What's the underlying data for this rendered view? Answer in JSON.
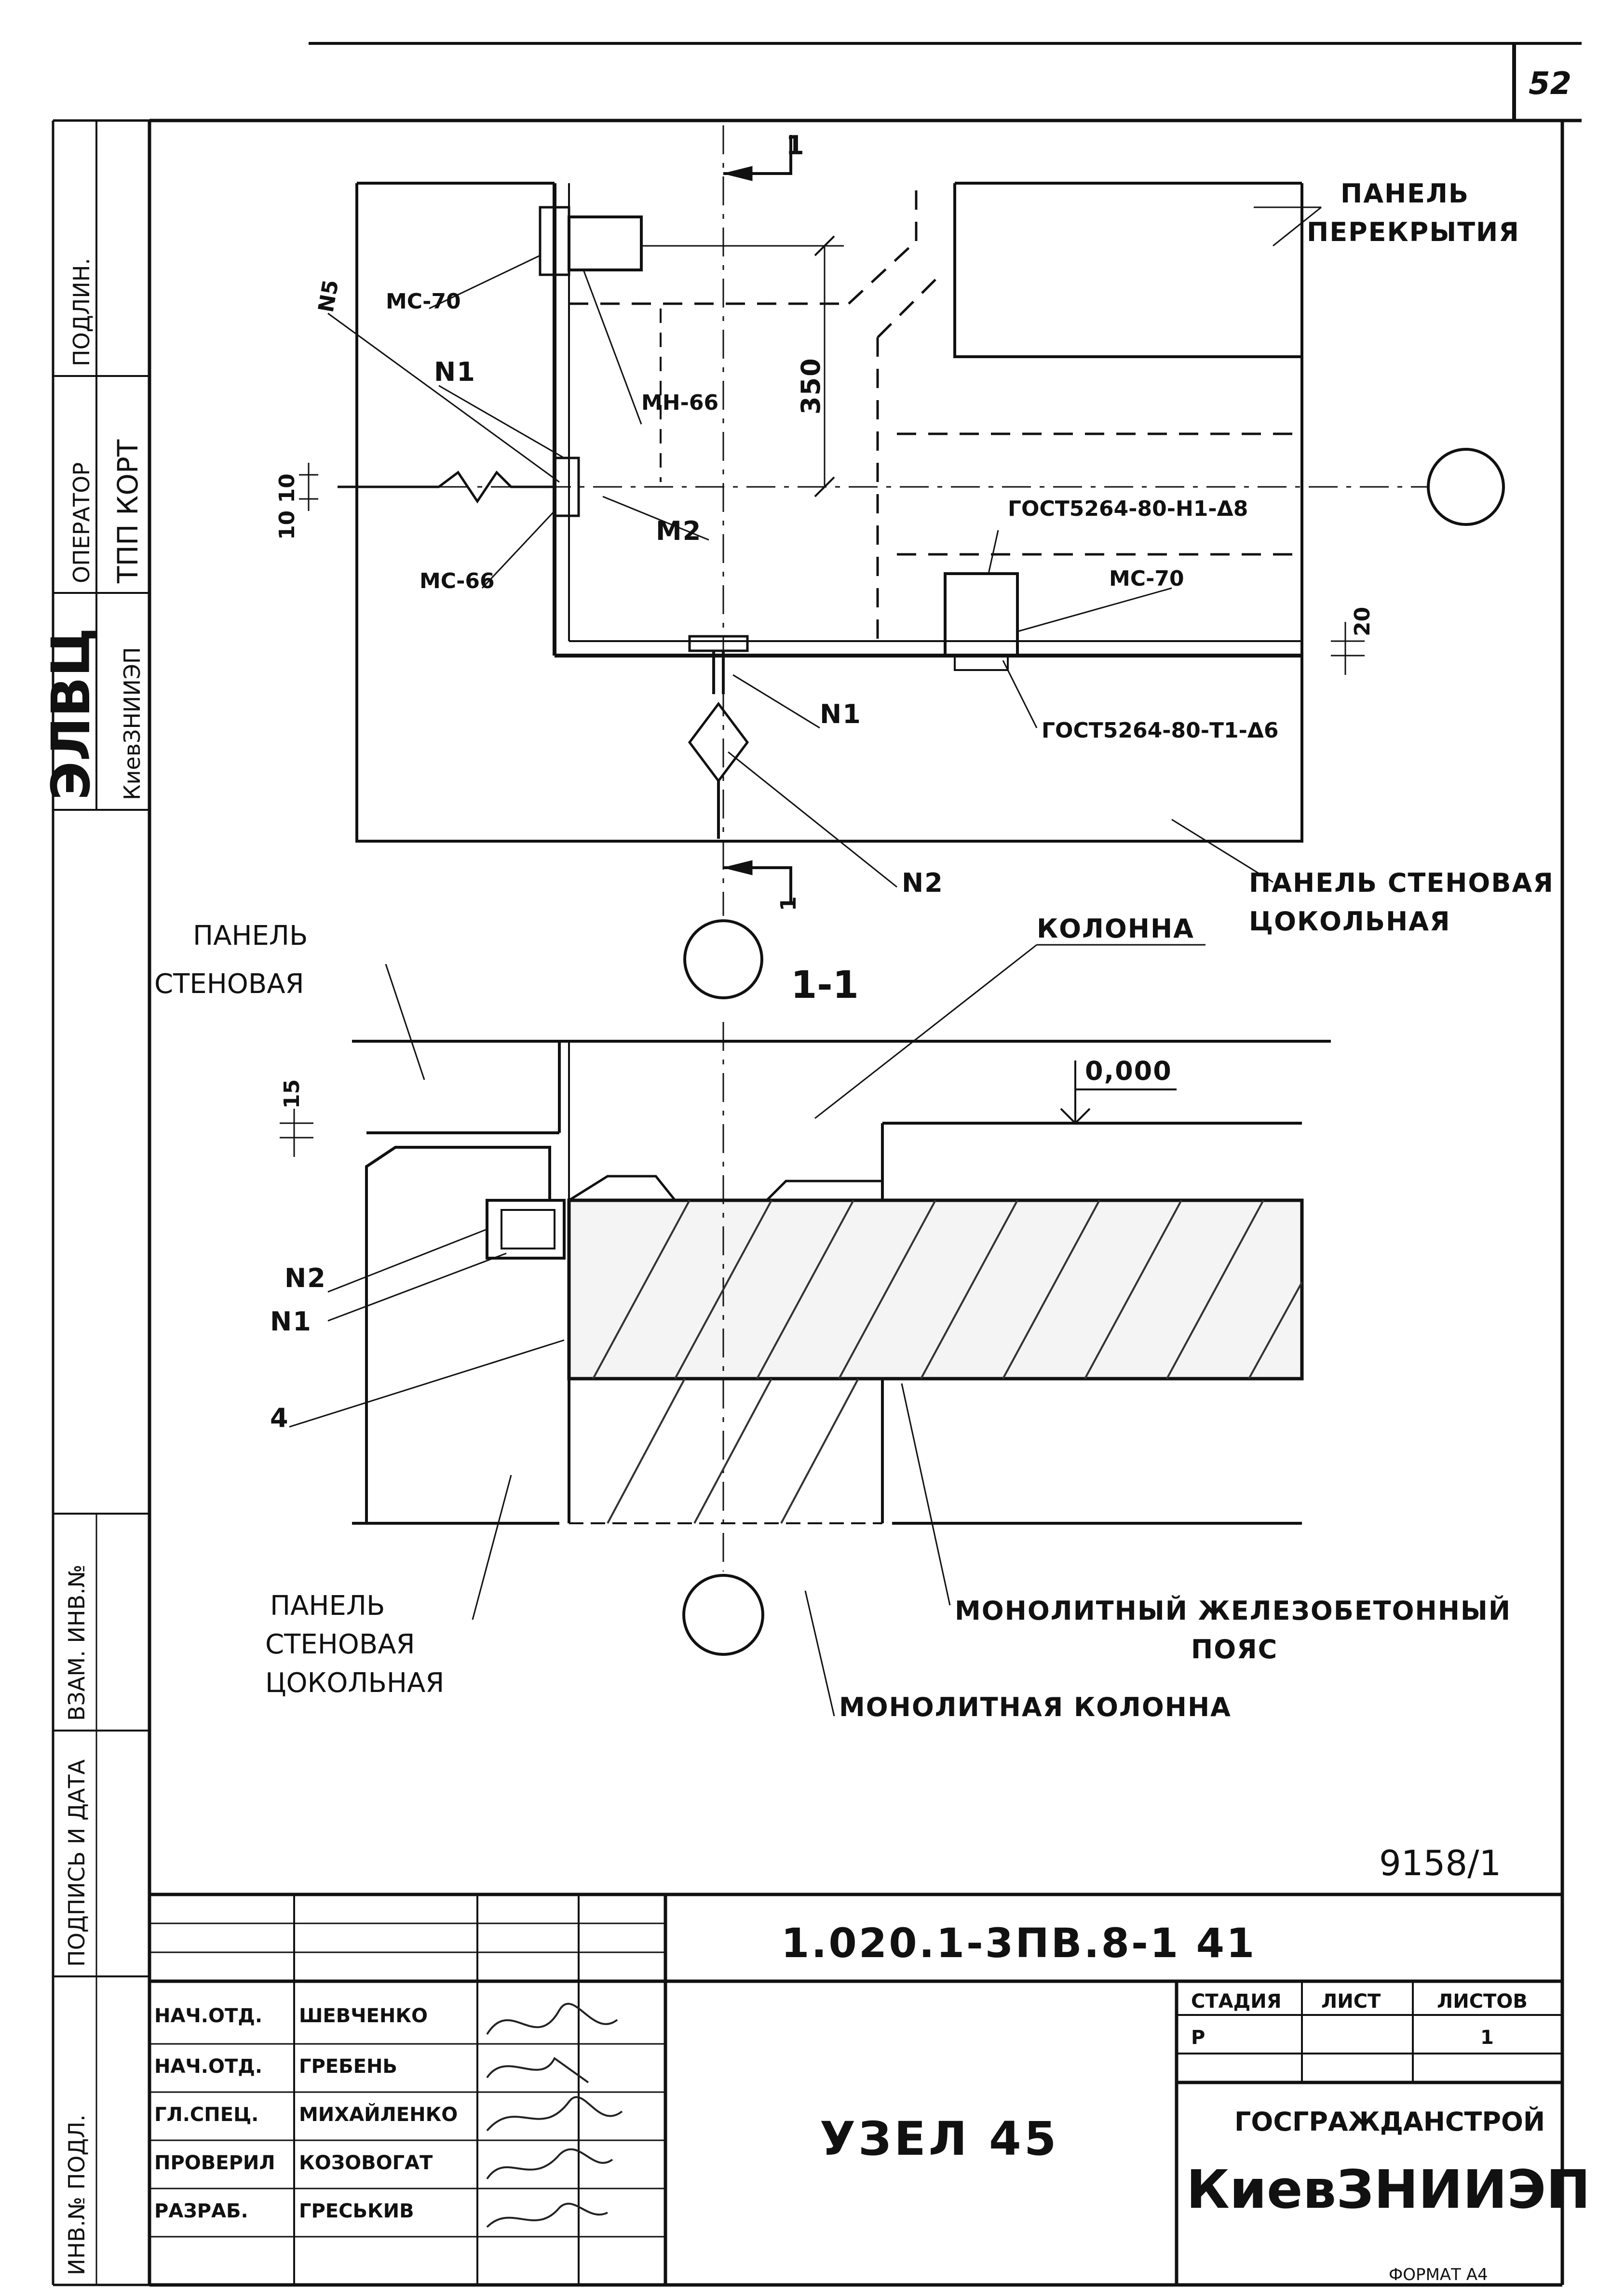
{
  "sheet": {
    "page_number": "52",
    "archive_number": "9158/1",
    "format_label": "ФОРМАТ А4"
  },
  "side_strip": {
    "org_main": "ЭЛВЦ",
    "org_sub": "КиевЗНИИЭП",
    "col2_a": "ТПП КОРТ",
    "col2_b": "ОПЕРАТОР",
    "col3": "ПОДЛИН.",
    "bottom_a": "ВЗАМ. ИНВ.№",
    "bottom_b": "ПОДПИСЬ И ДАТА",
    "bottom_c": "ИНВ.№ ПОДЛ."
  },
  "plan": {
    "labels": {
      "panel_floor_1": "ПАНЕЛЬ",
      "panel_floor_2": "ПЕРЕКРЫТИЯ",
      "mc70_top": "МС-70",
      "mn66": "МН-66",
      "n1_top": "N1",
      "m2": "М2",
      "mc66": "МС-66",
      "n5": "N5",
      "dim_350": "350",
      "dim_10_10": "10 10",
      "gost_top": "ГОСТ5264-80-Н1-Δ8",
      "gost_bottom": "ГОСТ5264-80-Т1-Δ6",
      "mc70_right": "МС-70",
      "dim_20": "20",
      "n1_bottom": "N1",
      "n2_bottom": "N2",
      "panel_wall_base_1": "ПАНЕЛЬ СТЕНОВАЯ",
      "panel_wall_base_2": "ЦОКОЛЬНАЯ",
      "section_mark": "1"
    }
  },
  "section": {
    "labels": {
      "title": "1-1",
      "column": "КОЛОННА",
      "panel_wall_1": "ПАНЕЛЬ",
      "panel_wall_2": "СТЕНОВАЯ",
      "level": "0,000",
      "dim_15": "15",
      "n2": "N2",
      "n1": "N1",
      "n4": "4",
      "belt_1": "МОНОЛИТНЫЙ ЖЕЛЕЗОБЕТОННЫЙ",
      "belt_2": "ПОЯС",
      "mono_column": "МОНОЛИТНАЯ КОЛОННА",
      "panel_base_1": "ПАНЕЛЬ",
      "panel_base_2": "СТЕНОВАЯ",
      "panel_base_3": "ЦОКОЛЬНАЯ"
    }
  },
  "title_block": {
    "doc_code": "1.020.1-3ПВ.8-1 41",
    "sheet_name": "УЗЕЛ 45",
    "stage_header": "СТАДИЯ",
    "sheet_header": "ЛИСТ",
    "sheets_header": "ЛИСТОВ",
    "stage_value": "Р",
    "sheets_value": "1",
    "org_line1": "ГОСГРАЖДАНСТРОЙ",
    "org_line2": "КиевЗНИИЭП",
    "signers": [
      {
        "role": "НАЧ.ОТД.",
        "name": "ШЕВЧЕНКО"
      },
      {
        "role": "НАЧ.ОТД.",
        "name": "ГРЕБЕНЬ"
      },
      {
        "role": "ГЛ.СПЕЦ.",
        "name": "МИХАЙЛЕНКО"
      },
      {
        "role": "ПРОВЕРИЛ",
        "name": "КОЗОВОГАТ"
      },
      {
        "role": "РАЗРАБ.",
        "name": "ГРЕСЬКИВ"
      }
    ]
  }
}
